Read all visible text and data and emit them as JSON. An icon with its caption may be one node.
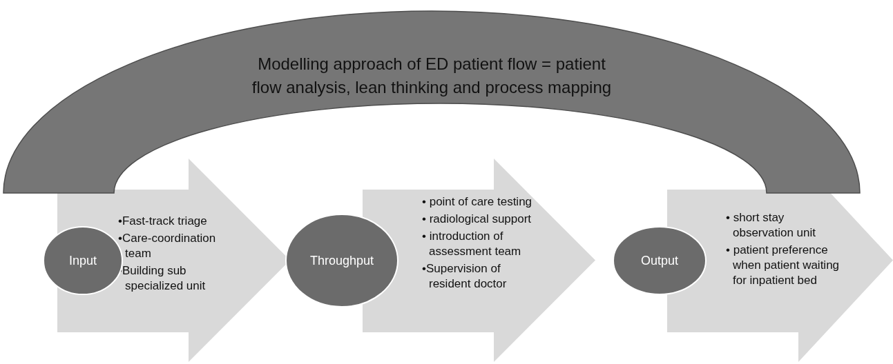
{
  "diagram": {
    "nodes": [
      {
        "text": [
          "Modelling approach of ED patient flow = patient flow analysis, lean thinking and process mapping"
        ]
      },
      {
        "text": [
          "Input"
        ]
      },
      {
        "text": [
          "•Fast-track triage",
          "•Care-coordination team",
          "•Building sub specialized unit"
        ]
      },
      {
        "text": [
          "Throughput"
        ]
      },
      {
        "text": [
          "• point of care testing",
          "• radiological support",
          "• introduction of assessment team",
          "•Supervision of resident doctor"
        ]
      },
      {
        "text": [
          "Output"
        ]
      },
      {
        "text": [
          "• short stay observation unit",
          "• patient preference when patient waiting for inpatient bed"
        ]
      }
    ]
  }
}
